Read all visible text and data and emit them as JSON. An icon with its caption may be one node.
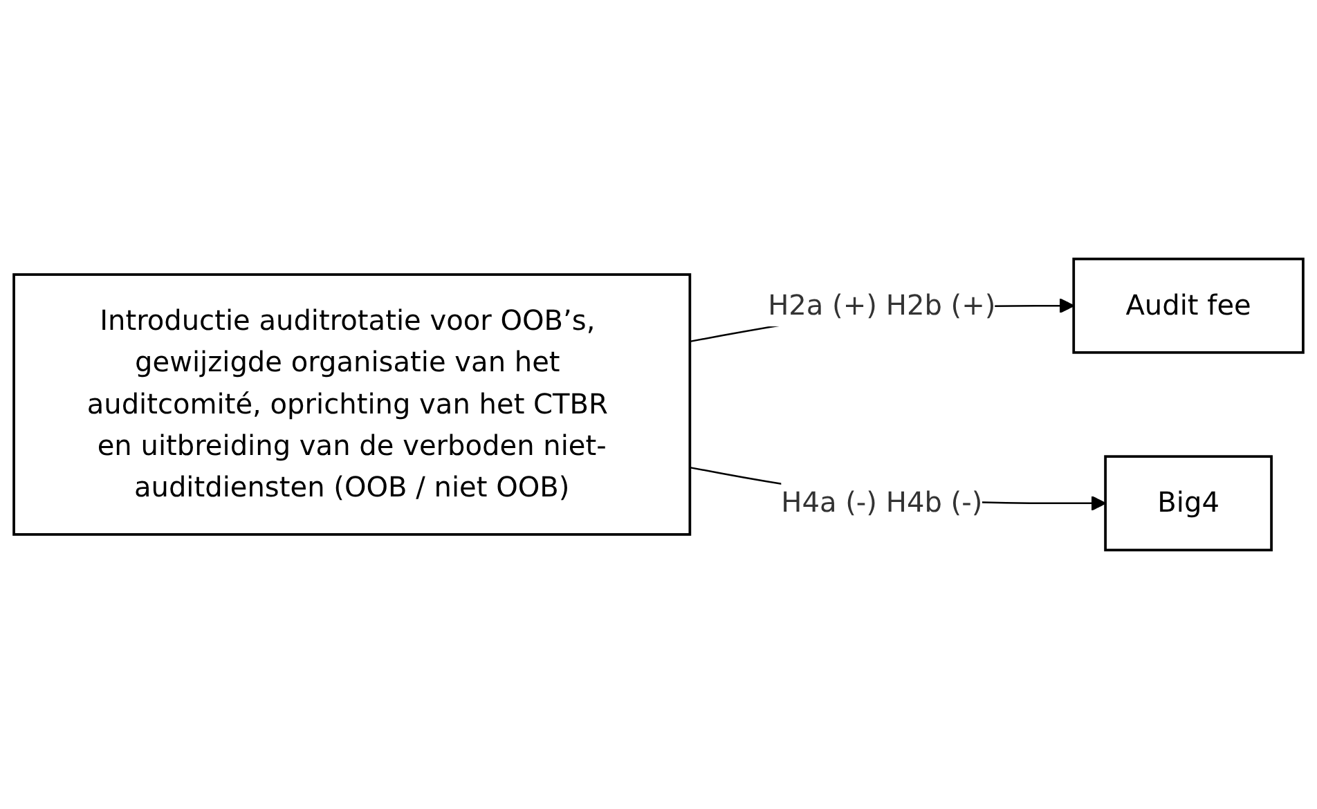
{
  "diagram": {
    "nodes": [
      {
        "text": [
          "Introductie auditrotatie voor OOB’s, gewijzigde organisatie van het auditcomité, oprichting van het CTBR en uitbreiding van de verboden niet-auditdiensten (OOB / niet OOB)"
        ]
      },
      {
        "text": [
          "Audit fee"
        ]
      },
      {
        "text": [
          "Big4"
        ]
      }
    ],
    "edges": [
      {
        "from": 0,
        "to": 1,
        "arrow": "to",
        "label": "H2a (+) H2b (+)"
      },
      {
        "from": 0,
        "to": 2,
        "arrow": "to",
        "label": "H4a (-) H4b (-)"
      }
    ]
  }
}
